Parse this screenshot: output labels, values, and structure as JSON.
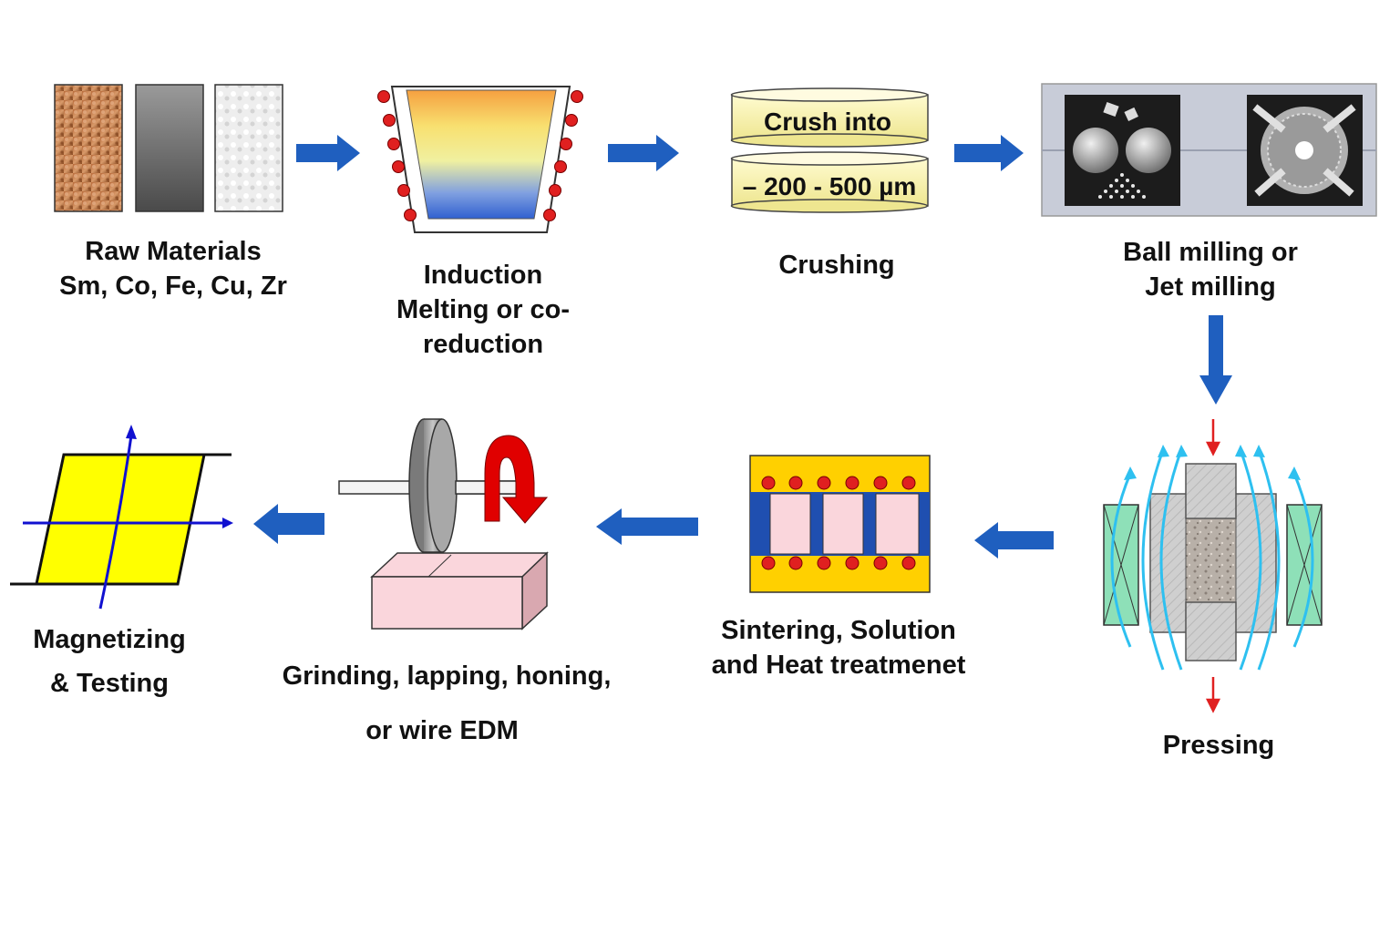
{
  "steps": {
    "raw": {
      "line1": "Raw Materials",
      "line2": "Sm, Co, Fe, Cu, Zr"
    },
    "induction": {
      "line1": "Induction",
      "line2": "Melting or co-",
      "line3": "reduction"
    },
    "crushing": {
      "label": "Crushing",
      "disk_top": "Crush into",
      "disk_bottom": "– 200 - 500 µm"
    },
    "milling": {
      "line1": "Ball milling or",
      "line2": "Jet milling"
    },
    "pressing": {
      "label": "Pressing"
    },
    "sintering": {
      "line1": "Sintering, Solution",
      "line2": "and Heat  treatmenet"
    },
    "grinding": {
      "line1": "Grinding, lapping, honing,",
      "line2": "or wire  EDM"
    },
    "magnetizing": {
      "line1": "Magnetizing",
      "line2": "&  Testing"
    }
  },
  "colors": {
    "flow_arrow": "#1f5fbf",
    "copper": "#a0522d",
    "crucible_top": "#f5a040",
    "crucible_mid": "#f8f0a0",
    "crucible_bottom": "#3060d0",
    "heater_dot": "#e02020",
    "disk_fill": "#fbf6b8",
    "field_line": "#2ec0f0",
    "coil": "#8ee0b8",
    "furnace_frame": "#ffd000",
    "furnace_bar": "#1f4fb0",
    "sample": "#fad6dc",
    "loop_fill": "#ffff00",
    "axis": "#1010d0",
    "rotation": "#e00000"
  },
  "icons": [
    "right-arrow-icon",
    "down-arrow-icon",
    "left-arrow-icon",
    "rotation-arrow-icon"
  ]
}
